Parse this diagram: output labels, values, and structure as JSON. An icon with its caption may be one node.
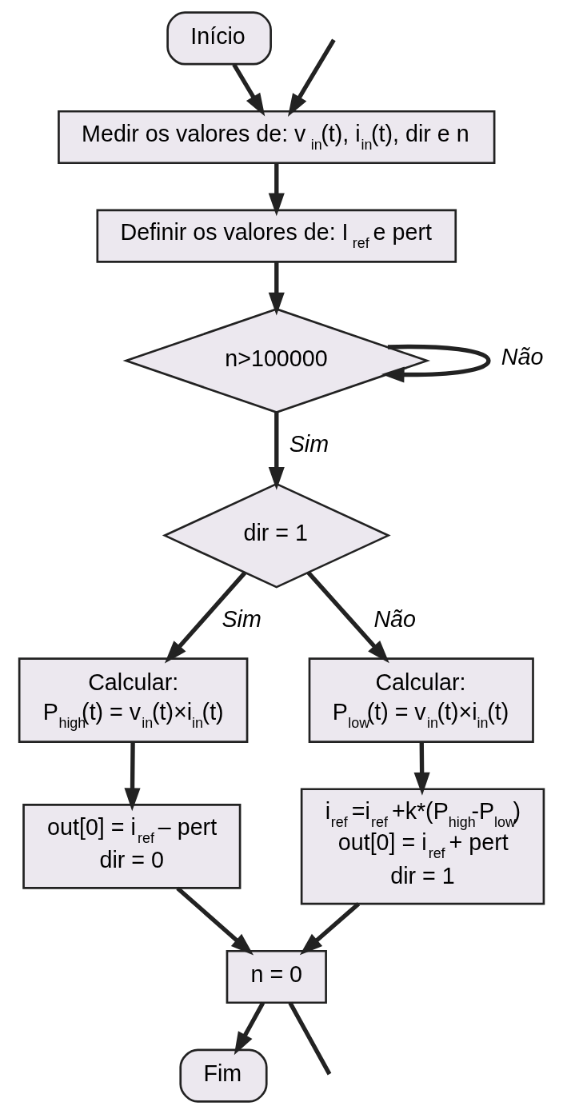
{
  "diagram": {
    "nodes": [
      {
        "text": [
          "Início"
        ]
      },
      {
        "text": [
          "Medir os valores de: v$_{in}$(t), i$_{in}$(t), dir e n"
        ]
      },
      {
        "text": [
          "Definir os valores de: I$_{ref}$ e pert"
        ]
      },
      {
        "text": [
          "n>100000"
        ]
      },
      {
        "text": [
          "dir = 1"
        ]
      },
      {
        "text": [
          "Calcular:",
          "P$_{high}$(t) = v$_{in}$(t)×i$_{in}$(t)"
        ]
      },
      {
        "text": [
          "Calcular:",
          "P$_{low}$(t) = v$_{in}$(t)×i$_{in}$(t)"
        ]
      },
      {
        "text": [
          "out[0] = i$_{ref}$ – pert",
          "dir = 0"
        ]
      },
      {
        "text": [
          "i$_{ref}$ =i$_{ref}$ +k*(P$_{high}$-P$_{low}$)",
          "out[0] = i$_{ref}$ + pert",
          "dir = 1"
        ]
      },
      {
        "text": [
          "n = 0"
        ]
      },
      {
        "text": [
          "Fim"
        ]
      }
    ],
    "edges": [
      {
        "from": null,
        "to": 1,
        "arrow": "to"
      },
      {
        "from": 0,
        "to": 1,
        "arrow": "to"
      },
      {
        "from": 1,
        "to": 2,
        "arrow": "to"
      },
      {
        "from": 2,
        "to": 3,
        "arrow": "to"
      },
      {
        "from": 3,
        "to": 3,
        "arrow": "to",
        "label": "Não"
      },
      {
        "from": 3,
        "to": 4,
        "arrow": "to",
        "label": "Sim"
      },
      {
        "from": 4,
        "to": 5,
        "arrow": "to",
        "label": "Sim"
      },
      {
        "from": 4,
        "to": 6,
        "arrow": "to",
        "label": "Não"
      },
      {
        "from": 5,
        "to": 7,
        "arrow": "to"
      },
      {
        "from": 6,
        "to": 8,
        "arrow": "to"
      },
      {
        "from": 7,
        "to": 9,
        "arrow": "to"
      },
      {
        "from": 8,
        "to": 9,
        "arrow": "to"
      },
      {
        "from": 9,
        "to": 10,
        "arrow": "to"
      },
      {
        "from": 9,
        "to": null,
        "arrow": "none"
      }
    ]
  }
}
